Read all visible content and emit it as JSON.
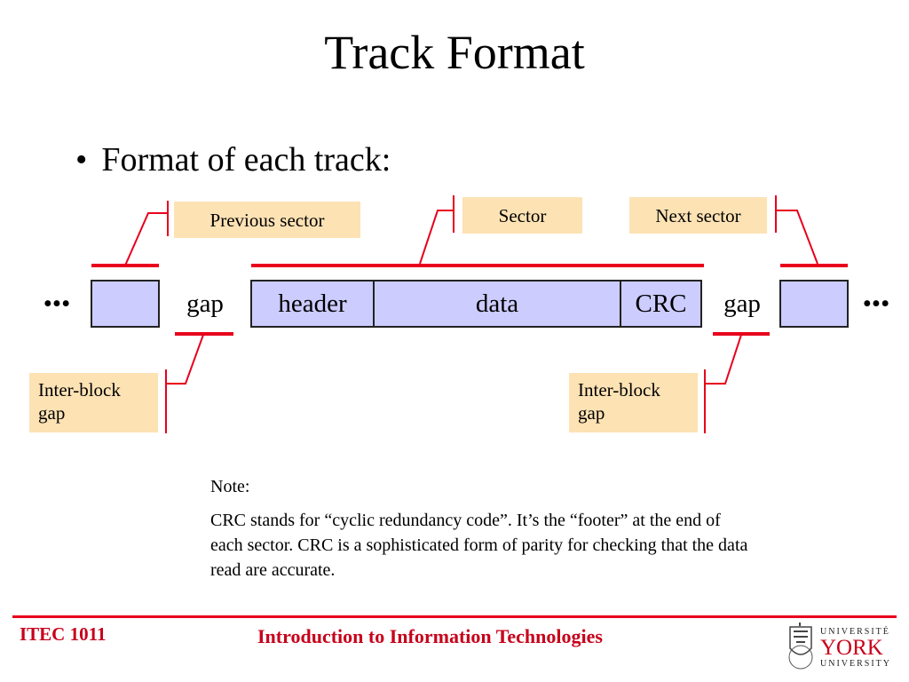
{
  "title": "Track Format",
  "bullet": {
    "marker": "•",
    "text": "Format of each track:"
  },
  "labels": {
    "previous_sector": "Previous sector",
    "sector": "Sector",
    "next_sector": "Next sector",
    "inter_block_gap_line1": "Inter-block",
    "inter_block_gap_line2": "gap"
  },
  "track": {
    "ellipsis": "•••",
    "gap_label": "gap",
    "fields": [
      "header",
      "data",
      "CRC"
    ]
  },
  "note": {
    "heading": "Note:",
    "body": "CRC stands for “cyclic redundancy code”.  It’s the “footer” at the end of each sector. CRC is a sophisticated form of parity for checking that the data read are accurate."
  },
  "footer": {
    "course": "ITEC 1011",
    "course_title": "Introduction to Information Technologies",
    "logo_text": {
      "top": "UNIVERSITÉ",
      "name": "YORK",
      "bottom": "UNIVERSITY"
    }
  },
  "colors": {
    "accent_red": "#e8001c",
    "block_fill": "#ccccff",
    "label_fill": "#fde2b4",
    "footer_text": "#c8001a"
  }
}
